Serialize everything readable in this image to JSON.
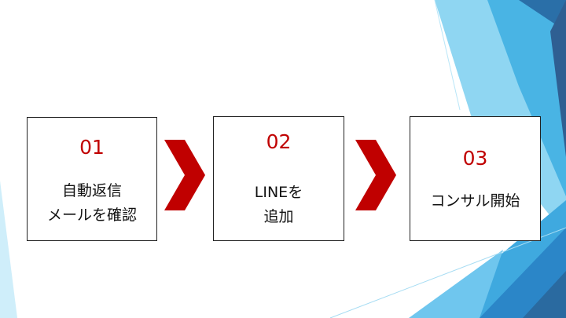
{
  "colors": {
    "accent_red": "#c00000",
    "chevron": "#c00000",
    "text": "#111111",
    "blue_light": "#7fd0f0",
    "blue_mid": "#3fb0e0",
    "blue_deep": "#1f78b4",
    "blue_dark": "#2b5f8f"
  },
  "steps": [
    {
      "number": "01",
      "label": "自動返信\nメールを確認"
    },
    {
      "number": "02",
      "label": "LINEを\n追加"
    },
    {
      "number": "03",
      "label": "コンサル開始"
    }
  ],
  "connectors": [
    {
      "icon": "chevron-right-icon"
    },
    {
      "icon": "chevron-right-icon"
    }
  ]
}
